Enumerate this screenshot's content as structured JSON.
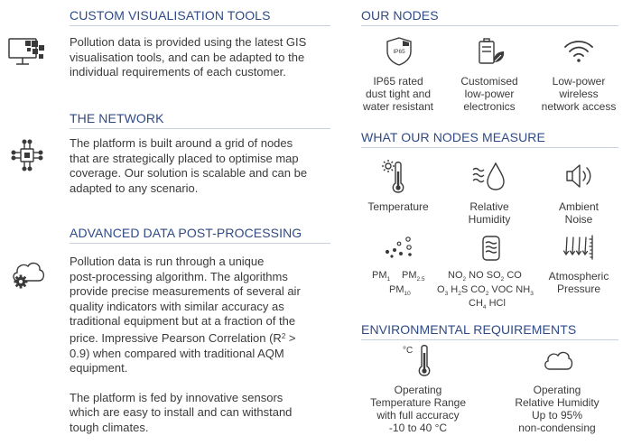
{
  "left": {
    "sections": [
      {
        "title": "CUSTOM VISUALISATION TOOLS",
        "icon": "monitor-pixels-icon",
        "lines": [
          "Pollution data is provided using the latest GIS",
          "visualisation tools, and can be adapted to the",
          "individual requirements of each customer."
        ]
      },
      {
        "title": "THE NETWORK",
        "icon": "circuit-network-icon",
        "lines": [
          "The platform is built around a grid of nodes",
          "that are strategically placed to optimise map",
          "coverage. Our solution is scalable and can be",
          "adapted to any scenario."
        ]
      },
      {
        "title": "ADVANCED DATA POST-PROCESSING",
        "icon": "cloud-gear-icon",
        "lines": [
          "Pollution data is run through a unique",
          "post-processing algorithm. The algorithms",
          "provide precise measurements of several air",
          "quality indicators with similar accuracy as",
          "traditional equipment but at a fraction of the",
          "price. Impressive Pearson Correlation (R"
        ],
        "r2_sup": "2",
        "r2_tail": " >",
        "lines_after": [
          "0.9) when compared with traditional AQM",
          "equipment."
        ],
        "lines2": [
          "The platform is fed by innovative sensors",
          "which are easy to install and can withstand",
          "tough climates."
        ]
      }
    ]
  },
  "nodes": {
    "title": "OUR NODES",
    "ip65_label": "IP65",
    "items": [
      {
        "icon": "ip65-shield-icon",
        "lines": [
          "IP65 rated",
          "dust tight and",
          "water resistant"
        ]
      },
      {
        "icon": "eco-battery-icon",
        "lines": [
          "Customised",
          "low-power",
          "electronics"
        ]
      },
      {
        "icon": "wifi-icon",
        "lines": [
          "Low-power",
          "wireless",
          "network access"
        ]
      }
    ]
  },
  "measure": {
    "title": "WHAT OUR NODES MEASURE",
    "items": [
      {
        "icon": "thermometer-sun-icon",
        "lines": [
          "Temperature"
        ]
      },
      {
        "icon": "humidity-drop-icon",
        "lines": [
          "Relative",
          "Humidity"
        ]
      },
      {
        "icon": "speaker-icon",
        "lines": [
          "Ambient",
          "Noise"
        ]
      },
      {
        "icon": "particles-icon"
      },
      {
        "icon": "gas-sensor-icon"
      },
      {
        "icon": "pressure-arrows-icon",
        "lines": [
          "Atmospheric",
          "Pressure"
        ]
      }
    ],
    "pm": {
      "pm": "PM",
      "s1": "1",
      "s25": "2.5",
      "s10": "10"
    },
    "gases": {
      "no": "NO",
      "two": "2",
      "no_gap": " NO ",
      "so": "SO",
      "co_gap": " CO",
      "o": "O",
      "three": "3",
      "h": " H",
      "s_co": "S CO",
      "voc_nh": " VOC NH",
      "ch": "CH",
      "four": "4",
      "hcl": " HCl"
    }
  },
  "env": {
    "title": "ENVIRONMENTAL REQUIREMENTS",
    "celsius": "°C",
    "items": [
      {
        "icon": "thermometer-celsius-icon",
        "lines": [
          "Operating",
          "Temperature Range",
          "with full accuracy",
          "-10 to 40 °C"
        ]
      },
      {
        "icon": "cloud-icon",
        "lines": [
          "Operating",
          "Relative Humidity",
          "Up to 95%",
          "non-condensing"
        ]
      }
    ]
  }
}
